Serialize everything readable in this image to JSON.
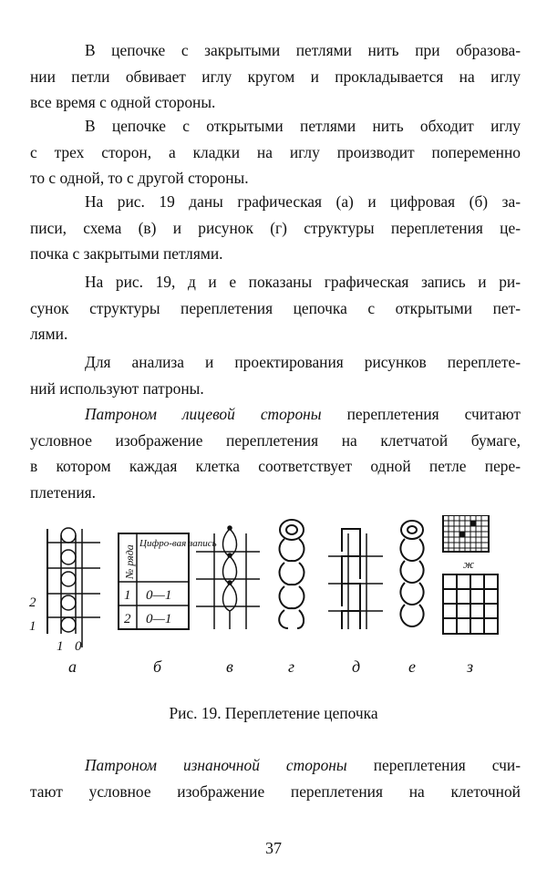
{
  "paragraphs": [
    {
      "lines": [
        "В цепочке с закрытыми петлями нить при образова-",
        "нии петли обвивает иглу кругом и прокладывается на иглу",
        "все время с одной стороны."
      ]
    },
    {
      "lines": [
        "В цепочке с открытыми петлями нить обходит иглу",
        "с трех сторон, а кладки на иглу производит попеременно",
        "то с одной, то с другой стороны."
      ]
    },
    {
      "lines": [
        "На рис. 19 даны графическая (а) и цифровая (б) за-",
        "писи, схема (в) и рисунок (г) структуры переплетения це-",
        "почка с закрытыми петлями."
      ]
    },
    {
      "lines": [
        "На рис. 19, д и е показаны графическая запись и ри-",
        "сунок структуры переплетения цепочка с открытыми пет-",
        "лями."
      ]
    },
    {
      "lines": [
        "Для анализа и проектирования рисунков переплете-",
        "ний используют патроны."
      ]
    },
    {
      "lead_italic": "Патроном лицевой стороны",
      "lines": [
        " переплетения считают",
        "условное изображение переплетения на клетчатой бумаге,",
        "в котором каждая клетка соответствует одной петле пере-",
        "плетения."
      ]
    },
    {
      "lead_italic": "Патроном изнаночной стороны",
      "lines": [
        " переплетения счи-",
        "тают условное изображение переплетения на клеточной"
      ]
    }
  ],
  "figure": {
    "row_labels": [
      "2",
      "1"
    ],
    "needle_labels": [
      "1",
      "0"
    ],
    "table": {
      "headers": [
        "№ ряда",
        "Цифро-вая запись"
      ],
      "rows": [
        [
          "1",
          "0—1"
        ],
        [
          "2",
          "0—1"
        ]
      ]
    },
    "panel_labels": [
      "а",
      "б",
      "в",
      "г",
      "д",
      "е",
      "з"
    ],
    "inset_label": "ж",
    "caption": "Рис. 19. Переплетение цепочка"
  },
  "page_number": "37"
}
